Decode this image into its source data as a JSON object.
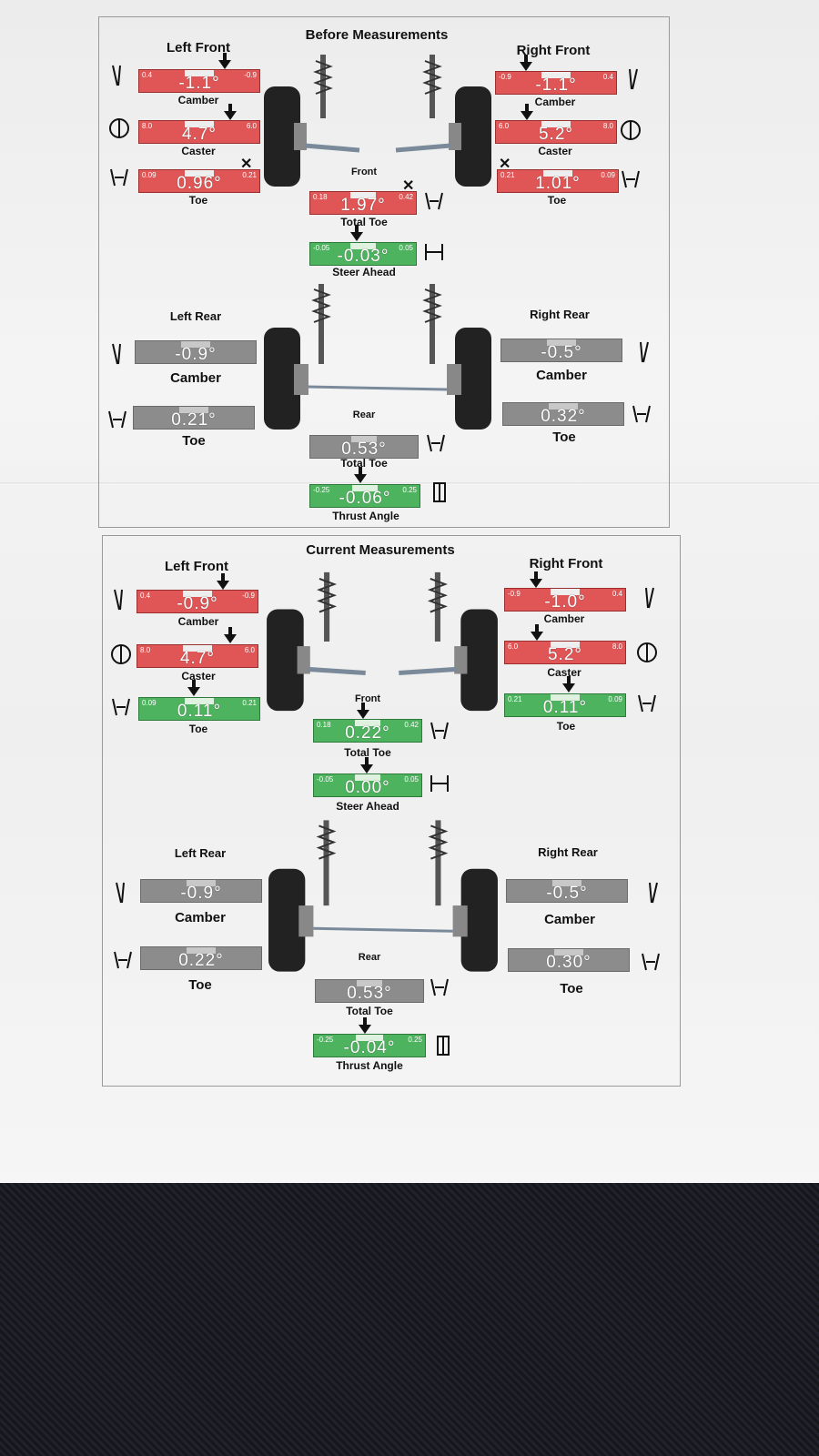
{
  "before": {
    "title": "Before Measurements",
    "front": {
      "left_heading": "Left Front",
      "right_heading": "Right Front",
      "axle_label": "Front",
      "left_camber": {
        "value": "-1.1°",
        "min": "0.4",
        "max": "-0.9",
        "label": "Camber"
      },
      "left_caster": {
        "value": "4.7°",
        "min": "8.0",
        "max": "6.0",
        "label": "Caster"
      },
      "left_toe": {
        "value": "0.96°",
        "min": "0.09",
        "max": "0.21",
        "label": "Toe"
      },
      "right_camber": {
        "value": "-1.1°",
        "min": "-0.9",
        "max": "0.4",
        "label": "Camber"
      },
      "right_caster": {
        "value": "5.2°",
        "min": "6.0",
        "max": "8.0",
        "label": "Caster"
      },
      "right_toe": {
        "value": "1.01°",
        "min": "0.21",
        "max": "0.09",
        "label": "Toe"
      },
      "total_toe": {
        "value": "1.97°",
        "min": "0.18",
        "max": "0.42",
        "label": "Total Toe"
      },
      "steer_ahead": {
        "value": "-0.03°",
        "min": "-0.05",
        "max": "0.05",
        "label": "Steer Ahead"
      }
    },
    "rear": {
      "left_heading": "Left Rear",
      "right_heading": "Right Rear",
      "axle_label": "Rear",
      "left_camber": {
        "value": "-0.9°",
        "label": "Camber"
      },
      "left_toe": {
        "value": "0.21°",
        "label": "Toe"
      },
      "right_camber": {
        "value": "-0.5°",
        "label": "Camber"
      },
      "right_toe": {
        "value": "0.32°",
        "label": "Toe"
      },
      "total_toe": {
        "value": "0.53°",
        "label": "Total Toe"
      },
      "thrust": {
        "value": "-0.06°",
        "min": "-0.25",
        "max": "0.25",
        "label": "Thrust Angle"
      }
    }
  },
  "current": {
    "title": "Current Measurements",
    "front": {
      "left_heading": "Left Front",
      "right_heading": "Right Front",
      "axle_label": "Front",
      "left_camber": {
        "value": "-0.9°",
        "min": "0.4",
        "max": "-0.9",
        "label": "Camber"
      },
      "left_caster": {
        "value": "4.7°",
        "min": "8.0",
        "max": "6.0",
        "label": "Caster"
      },
      "left_toe": {
        "value": "0.11°",
        "min": "0.09",
        "max": "0.21",
        "label": "Toe"
      },
      "right_camber": {
        "value": "-1.0°",
        "min": "-0.9",
        "max": "0.4",
        "label": "Camber"
      },
      "right_caster": {
        "value": "5.2°",
        "min": "6.0",
        "max": "8.0",
        "label": "Caster"
      },
      "right_toe": {
        "value": "0.11°",
        "min": "0.21",
        "max": "0.09",
        "label": "Toe"
      },
      "total_toe": {
        "value": "0.22°",
        "min": "0.18",
        "max": "0.42",
        "label": "Total Toe"
      },
      "steer_ahead": {
        "value": "0.00°",
        "min": "-0.05",
        "max": "0.05",
        "label": "Steer Ahead"
      }
    },
    "rear": {
      "left_heading": "Left Rear",
      "right_heading": "Right Rear",
      "axle_label": "Rear",
      "left_camber": {
        "value": "-0.9°",
        "label": "Camber"
      },
      "left_toe": {
        "value": "0.22°",
        "label": "Toe"
      },
      "right_camber": {
        "value": "-0.5°",
        "label": "Camber"
      },
      "right_toe": {
        "value": "0.30°",
        "label": "Toe"
      },
      "total_toe": {
        "value": "0.53°",
        "label": "Total Toe"
      },
      "thrust": {
        "value": "-0.04°",
        "min": "-0.25",
        "max": "0.25",
        "label": "Thrust Angle"
      }
    }
  },
  "colors": {
    "out_of_spec": "#e05555",
    "in_spec": "#4db35e",
    "no_spec": "#8c8c8c"
  },
  "icons": [
    "camber-icon",
    "caster-icon",
    "toe-icon",
    "total-toe-icon",
    "steer-ahead-icon",
    "thrust-angle-icon",
    "front-suspension-diagram",
    "rear-suspension-diagram"
  ]
}
